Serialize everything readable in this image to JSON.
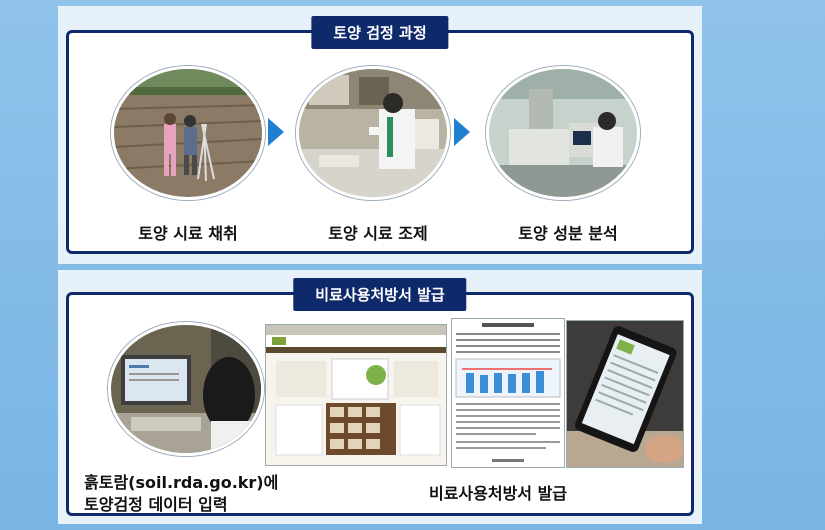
{
  "section1": {
    "title": "토양 검정 과정",
    "steps": [
      {
        "label": "토양 시료 채취"
      },
      {
        "label": "토양 시료 조제"
      },
      {
        "label": "토양 성분 분석"
      }
    ]
  },
  "section2": {
    "title": "비료사용처방서 발급",
    "input_caption_line1": "흙토람(soil.rda.go.kr)에",
    "input_caption_line2": "토양검정 데이터 입력",
    "output_caption": "비료사용처방서 발급"
  }
}
